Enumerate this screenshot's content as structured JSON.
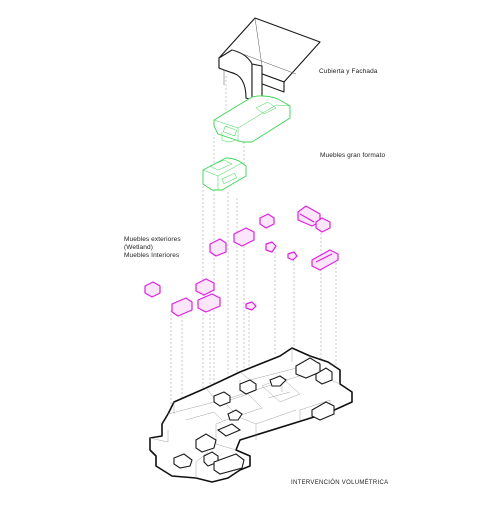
{
  "labels": {
    "cubierta": "Cubierta y Fachada",
    "muebles_gran_formato": "Muebles gran formato",
    "muebles_exteriores_1": "Muebles exteriores",
    "muebles_exteriores_2": "(Wetland)",
    "muebles_interiores": "Muebles Interiores",
    "intervencion": "INTERVENCIÓN VOLUMÉTRICA"
  },
  "colors": {
    "outline": "#1a1a1a",
    "large_furniture": "#39d353",
    "small_furniture": "#e020e0",
    "small_furniture_fill": "#fbe6fb",
    "projection_lines": "#8a8a8a"
  }
}
